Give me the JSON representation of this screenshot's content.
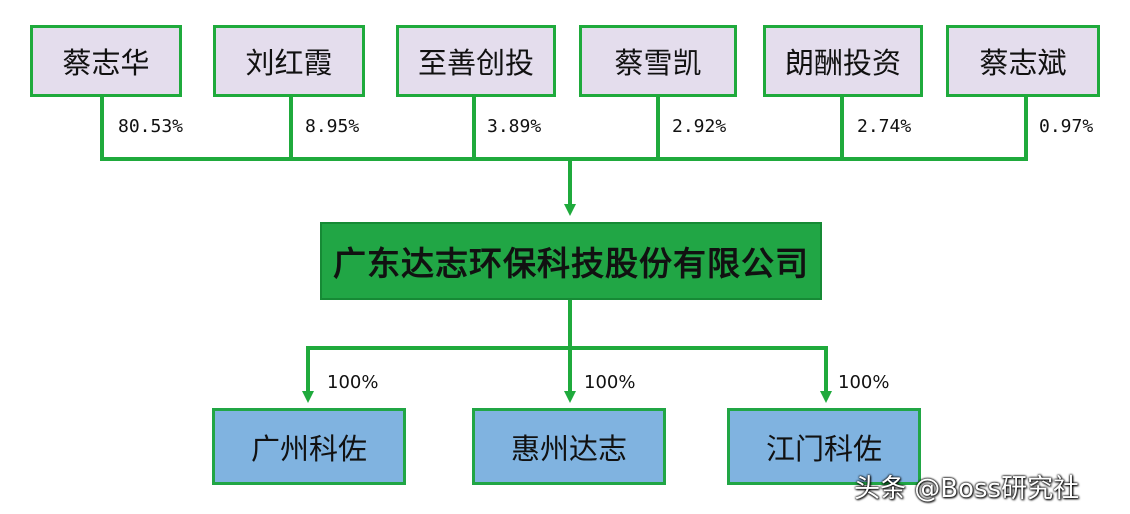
{
  "shareholders": [
    {
      "name": "蔡志华",
      "share": "80.53%"
    },
    {
      "name": "刘红霞",
      "share": "8.95%"
    },
    {
      "name": "至善创投",
      "share": "3.89%"
    },
    {
      "name": "蔡雪凯",
      "share": "2.92%"
    },
    {
      "name": "朗酬投资",
      "share": "2.74%"
    },
    {
      "name": "蔡志斌",
      "share": "0.97%"
    }
  ],
  "company": {
    "name": "广东达志环保科技股份有限公司"
  },
  "subsidiaries": [
    {
      "name": "广州科佐",
      "share": "100%"
    },
    {
      "name": "惠州达志",
      "share": "100%"
    },
    {
      "name": "江门科佐",
      "share": "100%"
    }
  ],
  "watermark": "头条 @Boss研究社",
  "colors": {
    "line": "#1faa3c",
    "shareholder_fill": "#e4dded",
    "company_fill": "#21a645",
    "subsidiary_fill": "#80b3e0"
  }
}
